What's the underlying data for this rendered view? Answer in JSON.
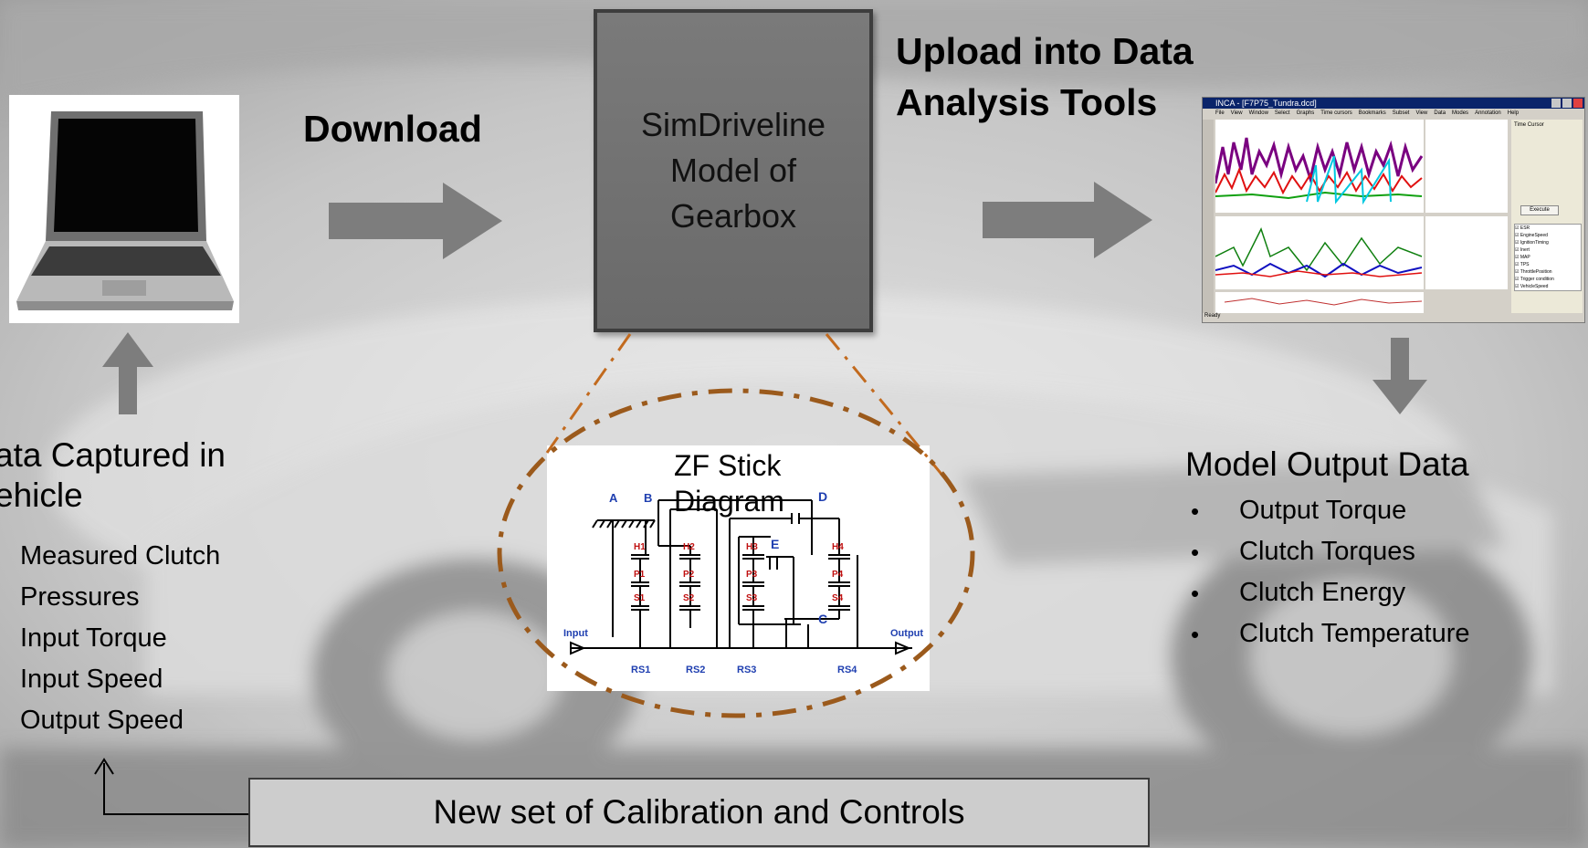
{
  "labels": {
    "download": "Download",
    "upload_line1": "Upload into Data",
    "upload_line2": "Analysis Tools",
    "gearbox_line1": "SimDriveline",
    "gearbox_line2": "Model of",
    "gearbox_line3": "Gearbox",
    "stick_line1": "ZF Stick",
    "stick_line2": "Diagram",
    "calibration": "New set of Calibration and Controls"
  },
  "captured": {
    "title_line1": "ata Captured in",
    "title_line2": "ehicle",
    "items": [
      "Measured Clutch",
      "Pressures",
      "Input Torque",
      "Input Speed",
      "Output Speed"
    ]
  },
  "model_output": {
    "title": "Model Output Data",
    "items": [
      "Output Torque",
      "Clutch Torques",
      "Clutch Energy",
      "Clutch Temperature"
    ],
    "bullet": "•"
  },
  "stick_diagram": {
    "ground_labels": [
      "A",
      "B"
    ],
    "member_labels": [
      "D",
      "E",
      "C"
    ],
    "ring_labels": [
      "H1",
      "H2",
      "H3",
      "H4"
    ],
    "planet_labels": [
      "P1",
      "P2",
      "P3",
      "P4"
    ],
    "sun_labels": [
      "S1",
      "S2",
      "S3",
      "S4"
    ],
    "set_labels": [
      "RS1",
      "RS2",
      "RS3",
      "RS4"
    ],
    "input_label": "Input",
    "output_label": "Output"
  },
  "software_window": {
    "title": "INCA - [F7P75_Tundra.dcd]",
    "menu": [
      "File",
      "View",
      "Window",
      "Select",
      "Graphs",
      "Time cursors",
      "Bookmarks",
      "Subset",
      "View",
      "Data",
      "Modes",
      "Annotation",
      "Help"
    ],
    "status": "Ready",
    "panel_title": "Time Cursor",
    "panel_button": "Execute",
    "channels": [
      "ESR",
      "EngineSpeed",
      "IgnitionTiming",
      "Inert",
      "MAP",
      "TPS",
      "ThrottlePosition",
      "Trigger condition",
      "VehicleSpeed"
    ]
  },
  "colors": {
    "arrow": "#7d7d7d",
    "leader": "#c26a1e",
    "ellipse": "#9b5a1c",
    "stick_blue": "#1f3fb0",
    "stick_red": "#c01010"
  }
}
